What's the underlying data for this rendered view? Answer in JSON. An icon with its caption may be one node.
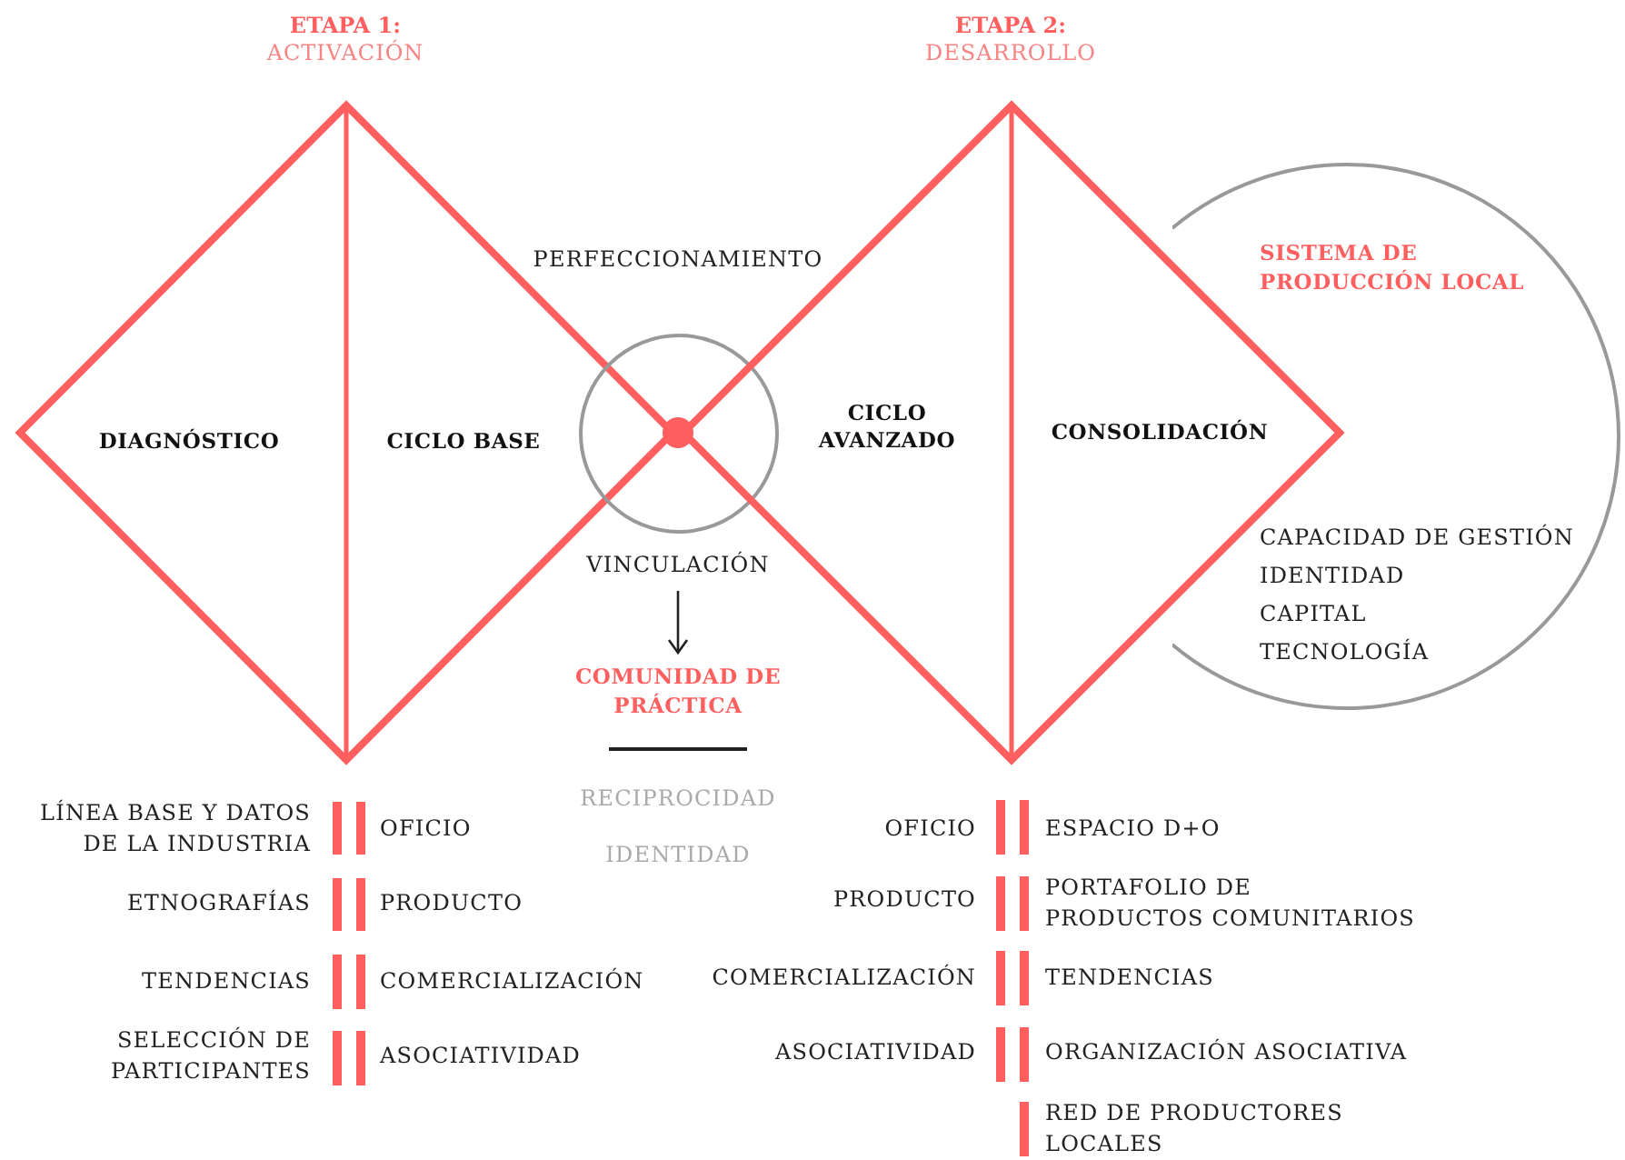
{
  "diagram": {
    "nodes": [
      {
        "text": [
          "DIAGNÓSTICO",
          "CICLO BASE"
        ],
        "beside": [
          "ETAPA 1:",
          "ACTIVACIÓN"
        ]
      },
      {
        "text": [],
        "shape": "circle"
      },
      {
        "text": [
          "CICLO AVANZADO",
          "CONSOLIDACIÓN"
        ],
        "beside": [
          "ETAPA 2:",
          "DESARROLLO"
        ]
      },
      {
        "text": [
          "SISTEMA DE PRODUCCIÓN LOCAL",
          "CAPACIDAD DE GESTIÓN",
          "IDENTIDAD",
          "CAPITAL",
          "TECNOLOGÍA"
        ]
      },
      {
        "text": [
          "VINCULACIÓN"
        ]
      },
      {
        "text": [
          "COMUNIDAD DE PRÁCTICA"
        ]
      }
    ],
    "edges": [
      {
        "from": 4,
        "to": 5,
        "arrow": "to"
      }
    ],
    "labels": [
      "PERFECCIONAMIENTO",
      "RECIPROCIDAD",
      "IDENTIDAD",
      "LÍNEA BASE Y DATOS DE LA INDUSTRIA",
      "OFICIO",
      "ETNOGRAFÍAS",
      "PRODUCTO",
      "TENDENCIAS",
      "COMERCIALIZACIÓN",
      "SELECCIÓN DE PARTICIPANTES",
      "ASOCIATIVIDAD",
      "OFICIO",
      "ESPACIO D+O",
      "PRODUCTO",
      "PORTAFOLIO DE PRODUCTOS COMUNITARIOS",
      "COMERCIALIZACIÓN",
      "TENDENCIAS",
      "ASOCIATIVIDAD",
      "ORGANIZACIÓN ASOCIATIVA",
      "RED DE PRODUCTORES LOCALES"
    ]
  }
}
